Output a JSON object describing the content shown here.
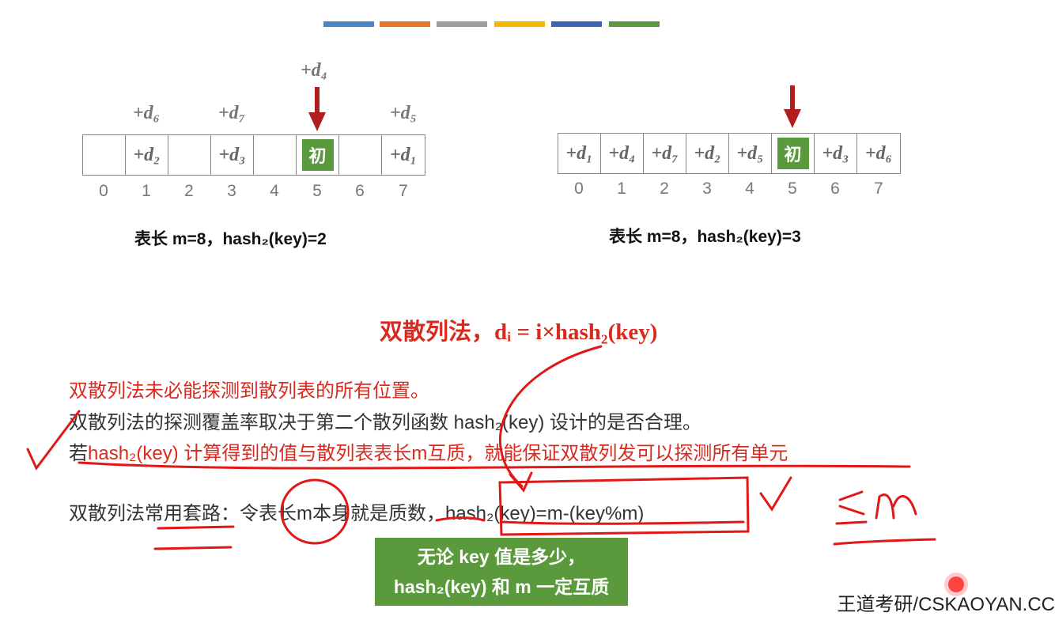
{
  "title_bar_colors": [
    "#4a86c5",
    "#e8742a",
    "#9e9e9e",
    "#f5b800",
    "#3c63b4",
    "#5a9a3c"
  ],
  "left_table": {
    "cells": [
      "",
      "+d₂",
      "",
      "+d₃",
      "",
      "初",
      "",
      "+d₁"
    ],
    "indices": [
      "0",
      "1",
      "2",
      "3",
      "4",
      "5",
      "6",
      "7"
    ],
    "above_labels": [
      {
        "col": 1,
        "text": "+d₆"
      },
      {
        "col": 3,
        "text": "+d₇"
      },
      {
        "col": 5,
        "text": "+d₄"
      },
      {
        "col": 7,
        "text": "+d₅"
      }
    ],
    "caption": "表长 m=8，hash₂(key)=2"
  },
  "right_table": {
    "cells": [
      "+d₁",
      "+d₄",
      "+d₇",
      "+d₂",
      "+d₅",
      "初",
      "+d₃",
      "+d₆"
    ],
    "indices": [
      "0",
      "1",
      "2",
      "3",
      "4",
      "5",
      "6",
      "7"
    ],
    "caption": "表长 m=8，hash₂(key)=3"
  },
  "formula_title": "双散列法，dᵢ = i×hash₂(key)",
  "lines": {
    "line1": "双散列法未必能探测到散列表的所有位置。",
    "line2": "双散列法的探测覆盖率取决于第二个散列函数 hash₂(key) 设计的是否合理。",
    "line3_prefix": "若",
    "line3_rest": "hash₂(key) 计算得到的值与散列表表长m互质，就能保证双散列发可以探测所有单元",
    "line4": "双散列法常用套路：令表长m本身就是质数，hash₂(key)=m-(key%m)"
  },
  "green_box": {
    "line1": "无论 key 值是多少，",
    "line2": "hash₂(key) 和 m 一定互质"
  },
  "handwriting": "≤m",
  "watermark": "王道考研/CSKAOYAN.CC"
}
